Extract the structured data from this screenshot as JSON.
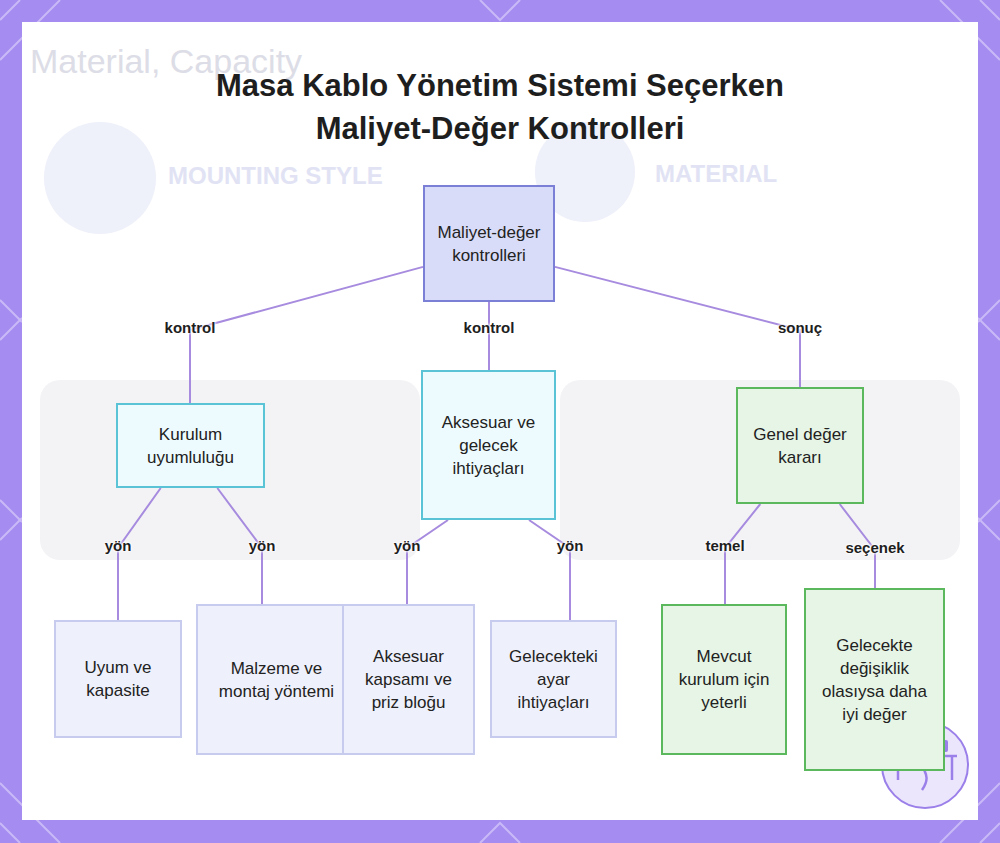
{
  "diagram": {
    "title": "Masa Kablo Yönetim Sistemi Seçerken Maliyet-Değer Kontrolleri",
    "nodes": [
      {
        "text": [
          "Maliyet-değer kontrolleri"
        ]
      },
      {
        "text": [
          "Kurulum uyumluluğu"
        ]
      },
      {
        "text": [
          "Aksesuar ve gelecek ihtiyaçları"
        ]
      },
      {
        "text": [
          "Genel değer kararı"
        ]
      },
      {
        "text": [
          "Uyum ve kapasite"
        ]
      },
      {
        "text": [
          "Malzeme ve montaj yöntemi"
        ]
      },
      {
        "text": [
          "Aksesuar kapsamı ve priz bloğu"
        ]
      },
      {
        "text": [
          "Gelecekteki ayar ihtiyaçları"
        ]
      },
      {
        "text": [
          "Mevcut kurulum için yeterli"
        ]
      },
      {
        "text": [
          "Gelecekte değişiklik olasıysa daha iyi değer"
        ]
      }
    ],
    "edges": [
      {
        "from": 0,
        "to": 1,
        "label": "kontrol",
        "arrow": "none"
      },
      {
        "from": 0,
        "to": 2,
        "label": "kontrol",
        "arrow": "none"
      },
      {
        "from": 0,
        "to": 3,
        "label": "sonuç",
        "arrow": "none"
      },
      {
        "from": 1,
        "to": 4,
        "label": "yön",
        "arrow": "none"
      },
      {
        "from": 1,
        "to": 5,
        "label": "yön",
        "arrow": "none"
      },
      {
        "from": 2,
        "to": 6,
        "label": "yön",
        "arrow": "none"
      },
      {
        "from": 2,
        "to": 7,
        "label": "yön",
        "arrow": "none"
      },
      {
        "from": 3,
        "to": 8,
        "label": "temel",
        "arrow": "none"
      },
      {
        "from": 3,
        "to": 9,
        "label": "seçenek",
        "arrow": "none"
      }
    ],
    "labels": [
      "Material, Capacity",
      "MOUNTING STYLE",
      "MATERIAL"
    ]
  }
}
